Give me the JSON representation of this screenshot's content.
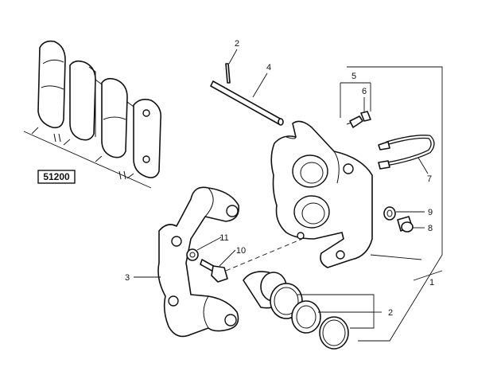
{
  "diagram": {
    "callouts": {
      "c1": "1",
      "c2_pin": "2",
      "c2_seals": "2",
      "c3": "3",
      "c4": "4",
      "c5": "5",
      "c6": "6",
      "c7": "7",
      "c8": "8",
      "c9": "9",
      "c10": "10",
      "c11": "11"
    },
    "part_number": "51200"
  }
}
